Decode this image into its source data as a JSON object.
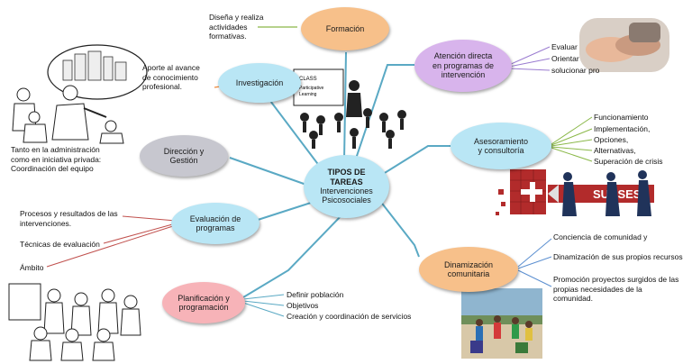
{
  "center": {
    "line1": "TIPOS DE",
    "line2": "TAREAS",
    "line3": "Intervenciones",
    "line4": "Psicosociales",
    "color": "#b9e6f5"
  },
  "nodes": {
    "formacion": {
      "label": "Formación",
      "color": "#f7c08a"
    },
    "investigacion": {
      "label": "Investigación",
      "color": "#b9e6f5"
    },
    "direccion": {
      "line1": "Dirección y",
      "line2": "Gestión",
      "color": "#c7c7cf"
    },
    "evaluacion": {
      "line1": "Evaluación de",
      "line2": "programas",
      "color": "#b9e6f5"
    },
    "planificacion": {
      "line1": "Planificación y",
      "line2": "programación",
      "color": "#f7b3b8"
    },
    "atencion": {
      "line1": "Atención directa",
      "line2": "en programas de",
      "line3": "intervención",
      "color": "#d8b4ec"
    },
    "asesoramiento": {
      "line1": "Asesoramiento",
      "line2": "y consultoría",
      "color": "#b9e6f5"
    },
    "dinamizacion": {
      "line1": "Dinamización",
      "line2": "comunitaria",
      "color": "#f7c08a"
    }
  },
  "texts": {
    "formacion_desc": "Diseña y realiza\nactividades\nformativas.",
    "investigacion_desc": "Aporte al avance\nde conocimiento\nprofesional.",
    "direccion_desc": "Tanto en la administración\ncomo en iniciativa privada:\nCoordinación del equipo",
    "eval_1": "Procesos y resultados de las\nintervenciones.",
    "eval_2": "Técnicas de evaluación",
    "eval_3": "Ámbito",
    "plan_1": "Definir población",
    "plan_2": "Objetivos",
    "plan_3": "Creación y coordinación de servicios",
    "aten_1": "Evaluar",
    "aten_2": "Orientar",
    "aten_3": "solucionar pro",
    "ases_1": "Funcionamiento",
    "ases_2": "Implementación,",
    "ases_3": "Opciones,",
    "ases_4": "Alternativas,",
    "ases_5": "Superación de crisis",
    "din_1": "Conciencia de comunidad y",
    "din_2": "Dinamización de sus propios recursos",
    "din_3": "Promoción proyectos surgidos de las\npropias necesidades de la\ncomunidad.",
    "banner": "SUCSESS",
    "board_1": "CLASS",
    "board_2": "Participative\nLearning"
  },
  "colors": {
    "connector": "#5aa9c4",
    "green": "#8ab848",
    "orange": "#f08a3a",
    "red": "#c0504d",
    "blue": "#5b8fd0",
    "purple": "#9a7bd0"
  }
}
